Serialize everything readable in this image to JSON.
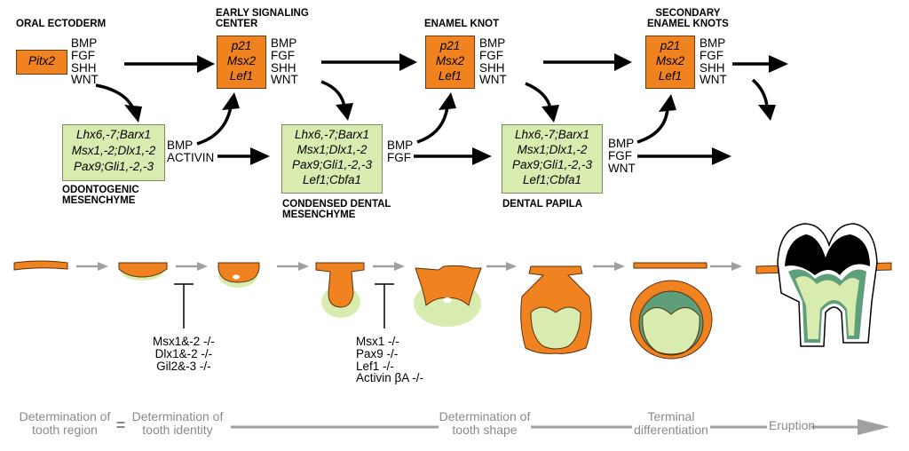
{
  "headers": {
    "oral_ectoderm": "ORAL ECTODERM",
    "early_signaling": "EARLY SIGNALING\nCENTER",
    "enamel_knot": "ENAMEL KNOT",
    "secondary_knots": "SECONDARY\nENAMEL KNOTS",
    "odontogenic": "ODONTOGENIC\nMESENCHYME",
    "condensed": "CONDENSED DENTAL\nMESENCHYME",
    "papilla": "DENTAL PAPILA"
  },
  "epithelial_boxes": {
    "pitx2": "Pitx2",
    "knot_genes": [
      "p21",
      "Msx2",
      "Lef1"
    ]
  },
  "mesenchyme_boxes": {
    "odontogenic": [
      "Lhx6,-7;Barx1",
      "Msx1,-2;Dlx1,-2",
      "Pax9;Gli1,-2,-3"
    ],
    "condensed": [
      "Lhx6,-7;Barx1",
      "Msx1;Dlx1,-2",
      "Pax9;Gli1,-2,-3",
      "Lef1;Cbfa1"
    ],
    "papilla": [
      "Lhx6,-7;Barx1",
      "Msx1;Dlx1,-2",
      "Pax9;Gli1,-2,-3",
      "Lef1;Cbfa1"
    ]
  },
  "signals": {
    "epithelial": "BMP\nFGF\nSHH\nWNT",
    "bmp_activin": "BMP\nACTIVIN",
    "bmp_fgf": "BMP\nFGF",
    "bmp_fgf_wnt": "BMP\nFGF\nWNT"
  },
  "mutants": {
    "early": "Msx1&-2 -/-\nDlx1&-2 -/-\nGil2&-3 -/-",
    "later": "Msx1 -/-\nPax9 -/-\nLef1 -/-\nActivin βA -/-"
  },
  "stages": {
    "region": "Determination\nof tooth region",
    "equals": "=",
    "identity": "Determination\nof tooth identity",
    "shape": "Determination\nof tooth shape",
    "terminal": "Terminal\ndifferentiation",
    "eruption": "Eruption"
  },
  "colors": {
    "epithelium": "#f08220",
    "mesenchyme": "#d9ecb0",
    "dentin": "#5f9e7a",
    "stage_gray": "#a0a0a0"
  }
}
